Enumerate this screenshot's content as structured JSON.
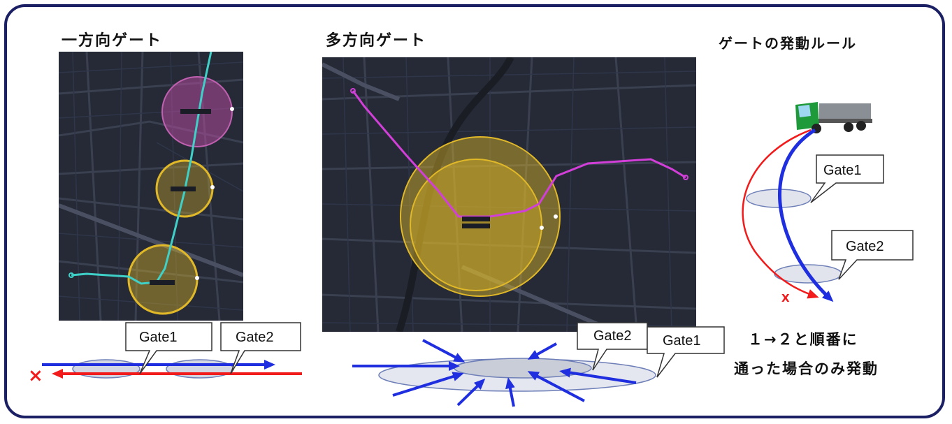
{
  "titles": {
    "one_way": "一方向ゲート",
    "multi_way": "多方向ゲート",
    "rule": "ゲートの発動ルール"
  },
  "gates": {
    "gate1": "Gate1",
    "gate2": "Gate2"
  },
  "marks": {
    "cross": "×",
    "x_small": "X"
  },
  "rule_text": {
    "line1": "１→２と順番に",
    "line2": "通った場合のみ発動"
  },
  "colors": {
    "frame": "#1b1f63",
    "map_bg": "#252a36",
    "route_cyan": "#3fd0c8",
    "route_magenta": "#d23fd8",
    "gate_yellow": "#e0b828",
    "gate_pink": "#b04a9a",
    "arrow_blue": "#1f2fe0",
    "arrow_red": "#f21b1b",
    "ellipse_fill": "#d3d7e3",
    "ellipse_stroke": "#6e7fb8"
  }
}
